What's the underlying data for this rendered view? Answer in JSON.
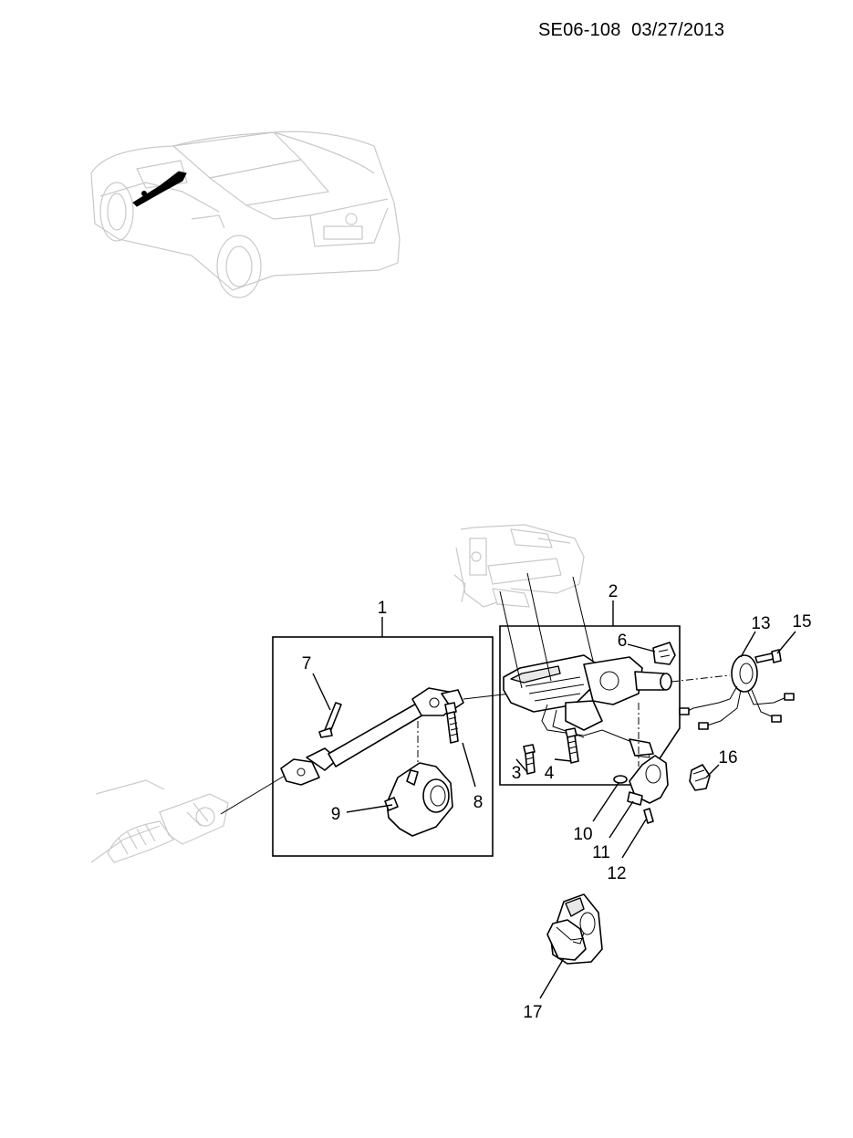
{
  "header": {
    "code": "SE06-108",
    "date": "03/27/2013"
  },
  "callouts": [
    "1",
    "2",
    "3",
    "4",
    "6",
    "7",
    "8",
    "9",
    "10",
    "11",
    "12",
    "13",
    "15",
    "16",
    "17"
  ]
}
